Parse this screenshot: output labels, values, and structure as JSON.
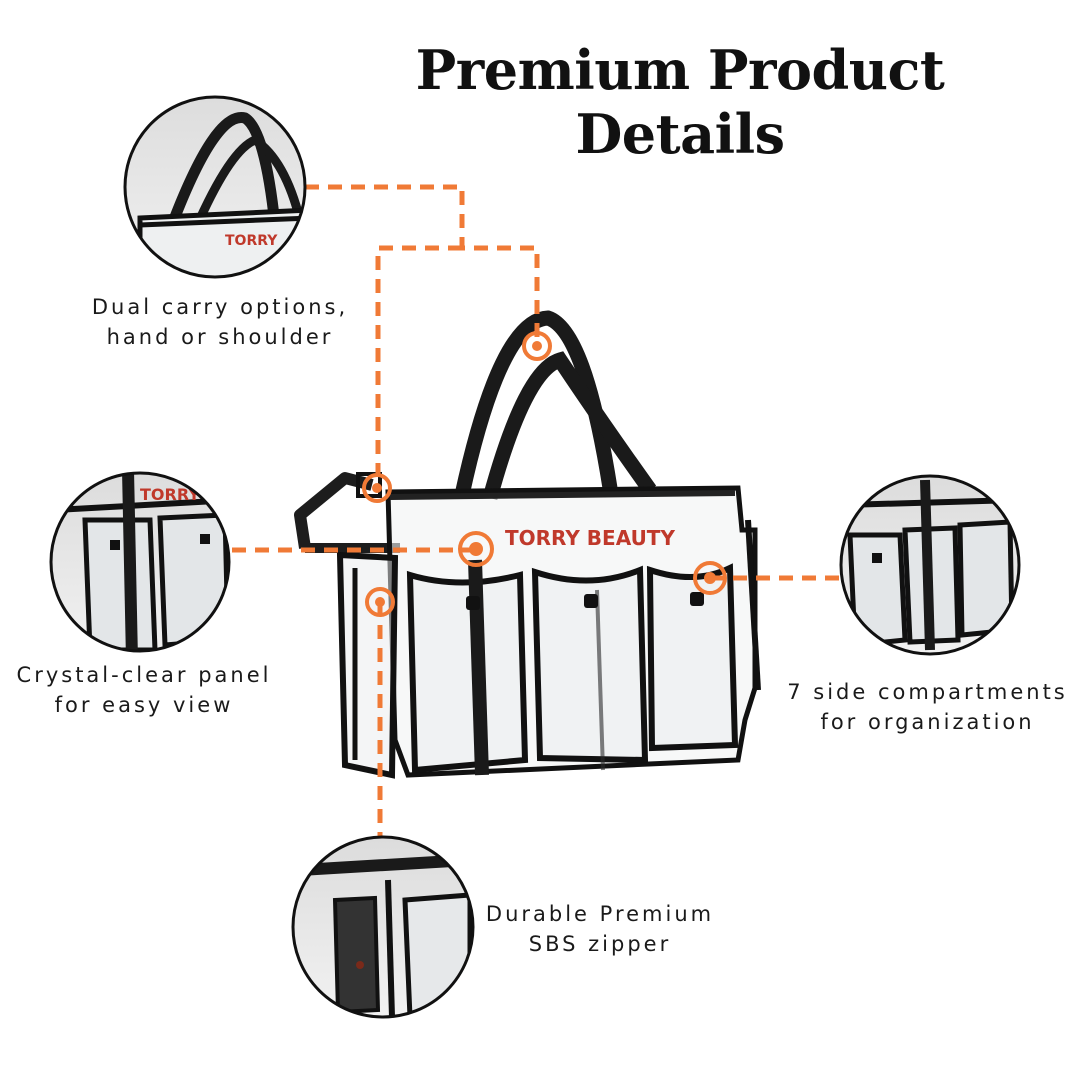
{
  "title": "Premium Product Details",
  "accent_color": "#f07a36",
  "features": [
    {
      "id": "carry",
      "lines": [
        "Dual carry options,",
        "hand or shoulder"
      ],
      "icon": "handles-closeup-photo"
    },
    {
      "id": "clear",
      "lines": [
        "Crystal-clear panel",
        "for easy view"
      ],
      "icon": "clear-panel-closeup-photo"
    },
    {
      "id": "compartments",
      "lines": [
        "7 side compartments",
        "for organization"
      ],
      "icon": "side-pockets-closeup-photo"
    },
    {
      "id": "zipper",
      "lines": [
        "Durable Premium",
        "SBS zipper"
      ],
      "icon": "zipper-closeup-photo"
    }
  ],
  "product_photo": {
    "brand_print": "TORRY BEAUTY"
  }
}
